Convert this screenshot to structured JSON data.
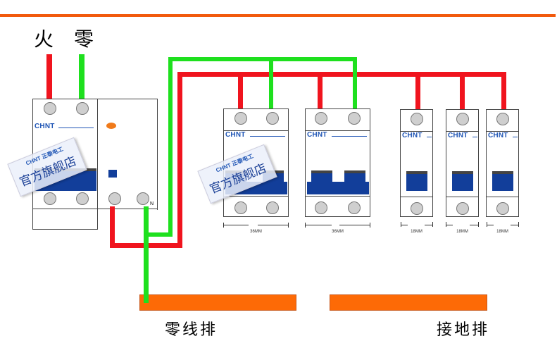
{
  "labels": {
    "live": "火",
    "neutral": "零",
    "neutral_bar": "零线排",
    "ground_bar": "接地排"
  },
  "brand": "CHNT",
  "watermark": {
    "brand": "CHNT 正泰电工",
    "text": "官方旗舰店"
  },
  "main_breaker": {
    "neutral_terminal_label": "N"
  },
  "breakers": [
    {
      "type": "2P",
      "width_label": "36MM"
    },
    {
      "type": "2P",
      "width_label": "36MM"
    },
    {
      "type": "1P",
      "width_label": "18MM"
    },
    {
      "type": "1P",
      "width_label": "18MM"
    },
    {
      "type": "1P",
      "width_label": "18MM"
    }
  ],
  "colors": {
    "live_wire": "#f0141e",
    "neutral_wire": "#1ee01e",
    "busbar": "#fd6a06",
    "accent_line": "#f25a0d",
    "handle": "#123e9a",
    "brand": "#1f55b5"
  }
}
